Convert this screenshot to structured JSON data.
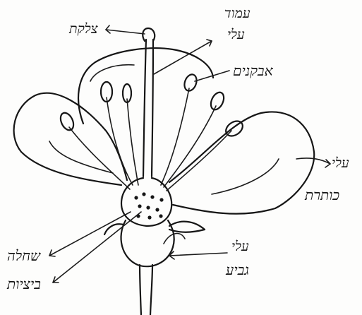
{
  "labels": {
    "stigma": "צלקת",
    "style": [
      "עמוד",
      "עלי"
    ],
    "anthers": "אבקנים",
    "corolla": [
      "עלי",
      "כותרת"
    ],
    "sepals": [
      "עלי",
      "גביע"
    ],
    "ovary": "שחלה",
    "ovules": "ביציות"
  },
  "colors": {
    "ink": "#161616",
    "paper": "#fdfdfc"
  }
}
